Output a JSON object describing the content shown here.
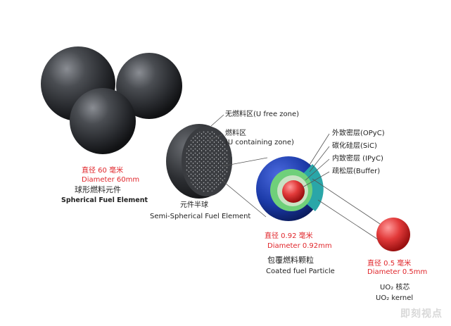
{
  "spherical": {
    "diameter_cn": "直径 60 毫米",
    "diameter_en": "Diameter 60mm",
    "name_cn": "球形燃料元件",
    "name_en": "Spherical Fuel Element"
  },
  "semi": {
    "zone_free": "无燃料区(U free zone)",
    "zone_fuel_cn": "燃料区",
    "zone_fuel_en": "(U containing zone)",
    "name_cn": "元件半球",
    "name_en": "Semi-Spherical Fuel Element"
  },
  "coated": {
    "layers": [
      "外致密层(OPyC)",
      "碳化硅层(SiC)",
      "内致密层 (IPyC)",
      "疏松层(Buffer)"
    ],
    "diameter_cn": "直径 0.92 毫米",
    "diameter_en": "Diameter 0.92mm",
    "name_cn": "包覆燃料颗粒",
    "name_en": "Coated fuel Particle"
  },
  "kernel": {
    "diameter_cn": "直径  0.5 毫米",
    "diameter_en": "Diameter 0.5mm",
    "name_cn": "UO₂ 核芯",
    "name_en": "UO₂ kernel"
  },
  "watermark": "即刻视点",
  "colors": {
    "label_red": "#e0262b",
    "sphere_dark": "#2b2d31",
    "kernel_red": "#e23a3a",
    "particle_blue": "#1b3aa8"
  }
}
